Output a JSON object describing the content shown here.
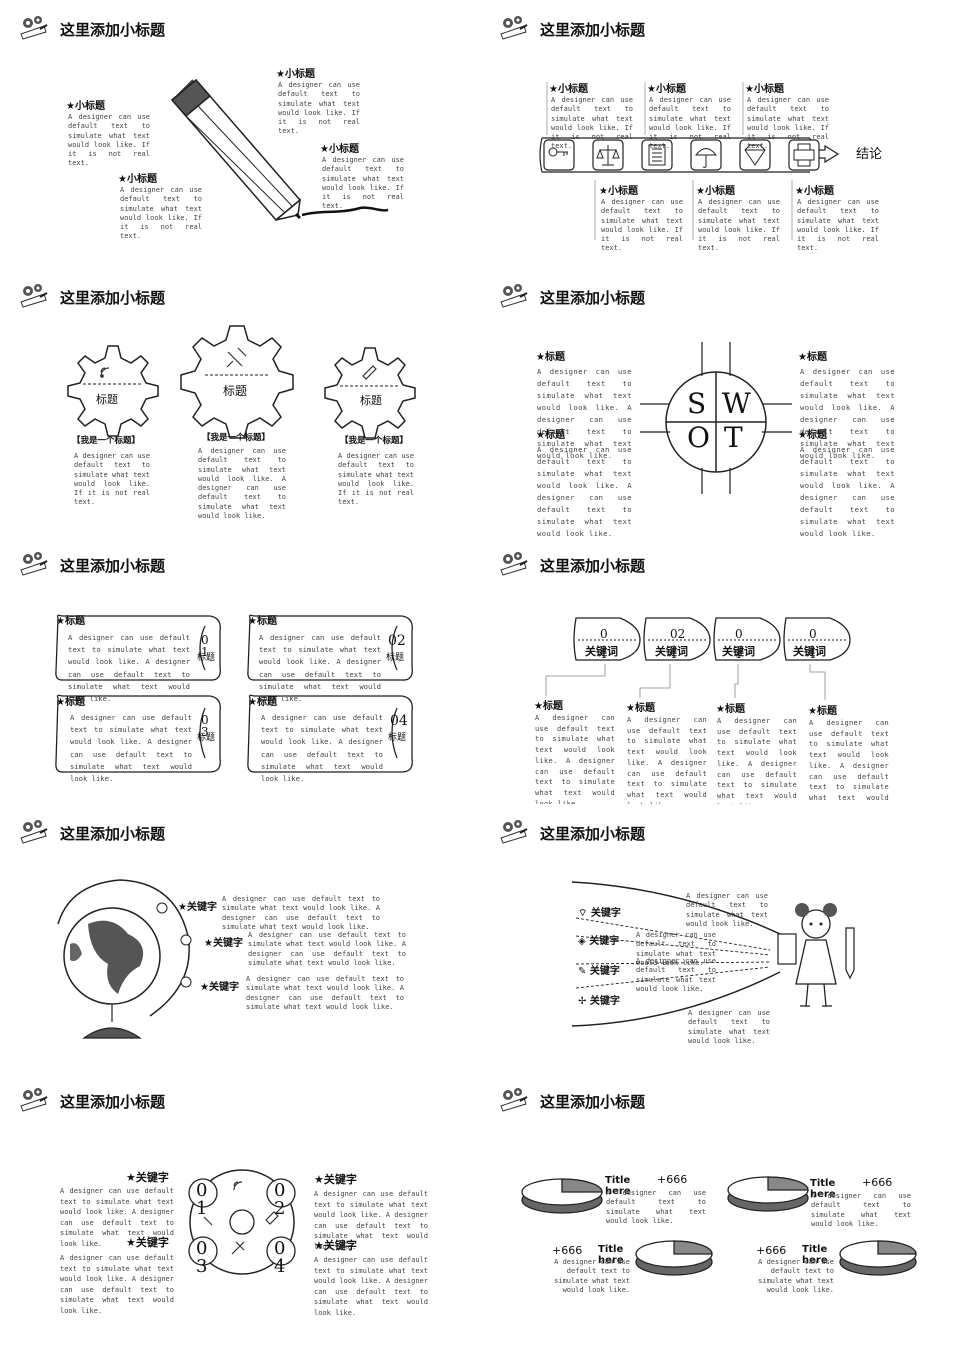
{
  "slide_title": "这里添加小标题",
  "lorem": "A designer can use default text to simulate what text would look like. If it is not real text.",
  "lorem_long": "A designer can use default text to simulate what text would look like. A designer can use default text to simulate what text would look like.",
  "lorem_short": "A designer can use default text to simulate what text would look like.",
  "s1": {
    "subs": [
      "小标题",
      "小标题",
      "小标题",
      "小标题"
    ]
  },
  "s2": {
    "subs": [
      "小标题",
      "小标题",
      "小标题",
      "小标题",
      "小标题",
      "小标题"
    ],
    "conclusion": "结论"
  },
  "s3": {
    "gear_label": "标题",
    "heads": [
      "【我是一个标题】",
      "【我是一个标题】",
      "【我是一个标题】"
    ]
  },
  "s4": {
    "subs": [
      "标题",
      "标题",
      "标题",
      "标题"
    ],
    "letters": [
      "S",
      "W",
      "O",
      "T"
    ]
  },
  "s5": {
    "subs": [
      "标题",
      "标题",
      "标题",
      "标题"
    ],
    "nums": [
      "0\n1",
      "02",
      "0\n3",
      "04"
    ],
    "tag": "标题"
  },
  "s6": {
    "nums": [
      "0\n1",
      "02\n1",
      "0\n1",
      "0\n1"
    ],
    "keyword": "关键词",
    "subs": [
      "标题",
      "标题",
      "标题",
      "标题"
    ]
  },
  "s7": {
    "keywords": [
      "关键字",
      "关键字",
      "关键字"
    ]
  },
  "s8": {
    "keywords": [
      "关键字",
      "关键字",
      "关键字",
      "关键字"
    ]
  },
  "s9": {
    "keywords": [
      "关键字",
      "关键字",
      "关键字",
      "关键字"
    ],
    "nums": [
      "0\n1",
      "0\n2",
      "0\n3",
      "0\n4"
    ]
  },
  "s10": {
    "title": "Title here",
    "value": "+666"
  }
}
